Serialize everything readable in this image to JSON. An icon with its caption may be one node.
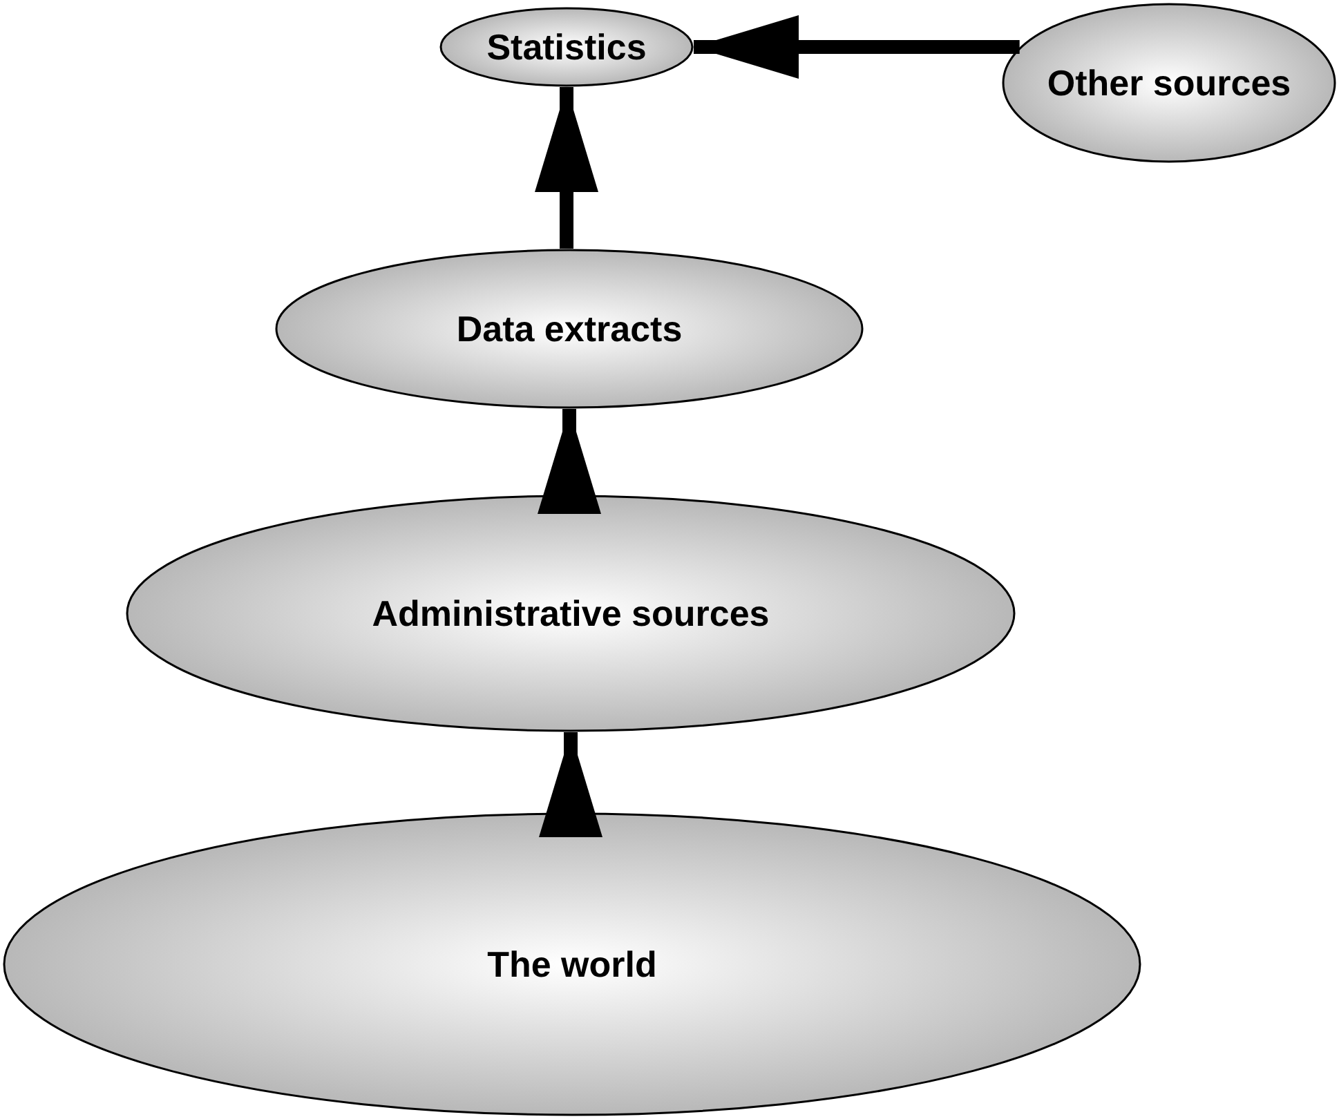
{
  "diagram": {
    "nodes": [
      {
        "text": [
          "Statistics"
        ]
      },
      {
        "text": [
          "Other sources"
        ]
      },
      {
        "text": [
          "Data extracts"
        ]
      },
      {
        "text": [
          "Administrative sources"
        ]
      },
      {
        "text": [
          "The world"
        ]
      }
    ],
    "edges": [
      {
        "from": 1,
        "to": 0,
        "arrow": "to"
      },
      {
        "from": 2,
        "to": 0,
        "arrow": "to"
      },
      {
        "from": 3,
        "to": 2,
        "arrow": "to"
      },
      {
        "from": 4,
        "to": 3,
        "arrow": "to"
      }
    ]
  }
}
